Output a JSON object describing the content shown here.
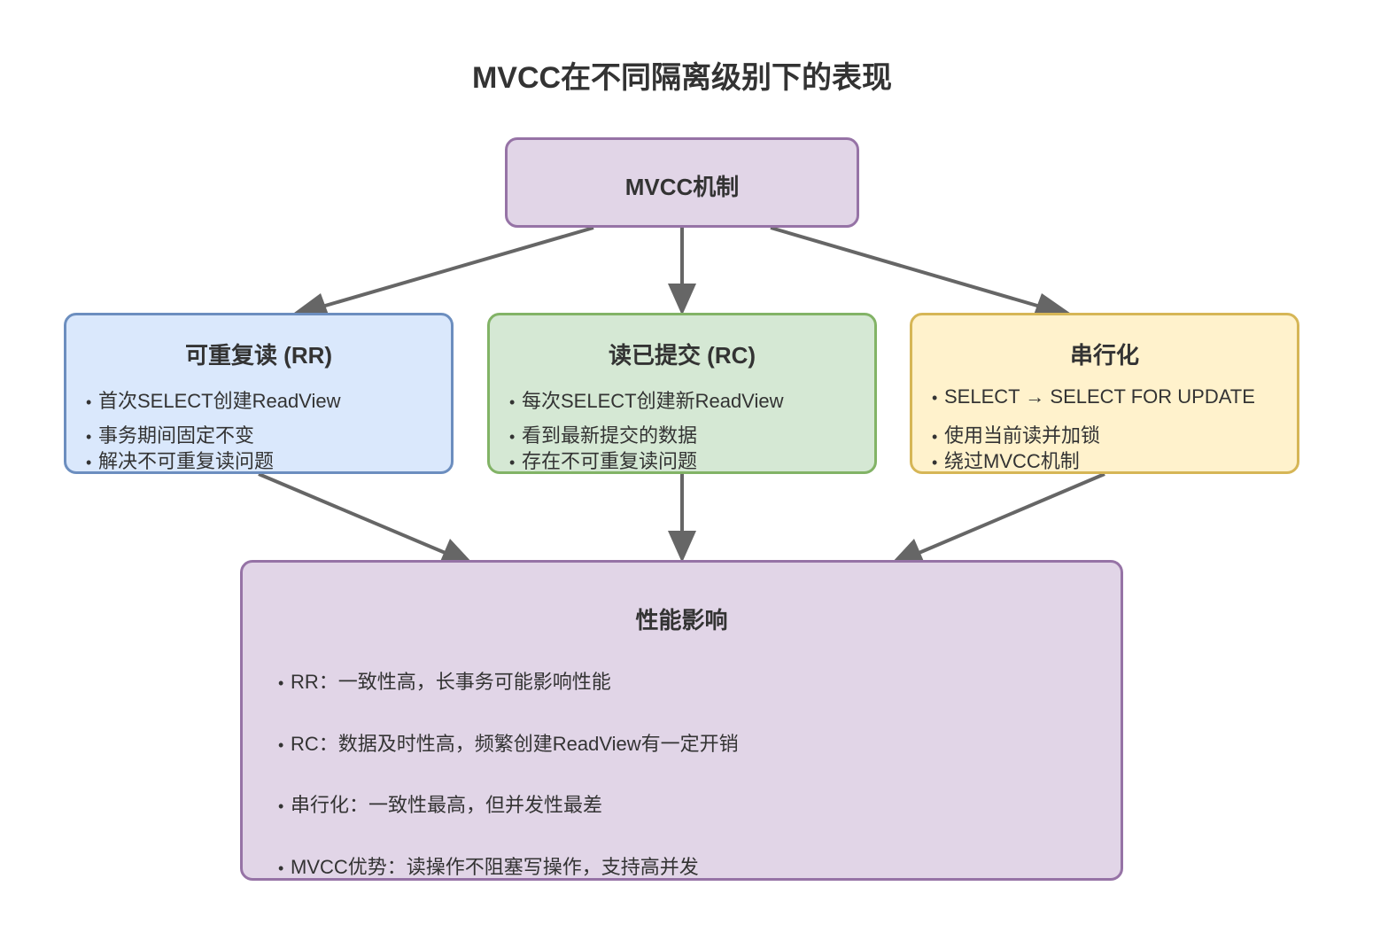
{
  "title": "MVCC在不同隔离级别下的表现",
  "mvcc": {
    "label": "MVCC机制"
  },
  "rr": {
    "title": "可重复读 (RR)",
    "bullets": [
      "首次SELECT创建ReadView",
      "事务期间固定不变",
      "解决不可重复读问题"
    ]
  },
  "rc": {
    "title": "读已提交 (RC)",
    "bullets": [
      "每次SELECT创建新ReadView",
      "看到最新提交的数据",
      "存在不可重复读问题"
    ]
  },
  "serializable": {
    "title": "串行化",
    "bullets": [
      "SELECT → SELECT FOR UPDATE",
      "使用当前读并加锁",
      "绕过MVCC机制"
    ]
  },
  "performance": {
    "title": "性能影响",
    "bullets": [
      "RR：一致性高，长事务可能影响性能",
      "RC：数据及时性高，频繁创建ReadView有一定开销",
      "串行化：一致性最高，但并发性最差",
      "MVCC优势：读操作不阻塞写操作，支持高并发"
    ]
  },
  "bullet_symbol": "•",
  "colors": {
    "purple_fill": "#e1d5e7",
    "purple_stroke": "#9673a6",
    "blue_fill": "#dae8fc",
    "blue_stroke": "#6c8ebf",
    "green_fill": "#d5e8d4",
    "green_stroke": "#82b366",
    "yellow_fill": "#fff2cc",
    "yellow_stroke": "#d6b656",
    "arrow": "#666666"
  }
}
